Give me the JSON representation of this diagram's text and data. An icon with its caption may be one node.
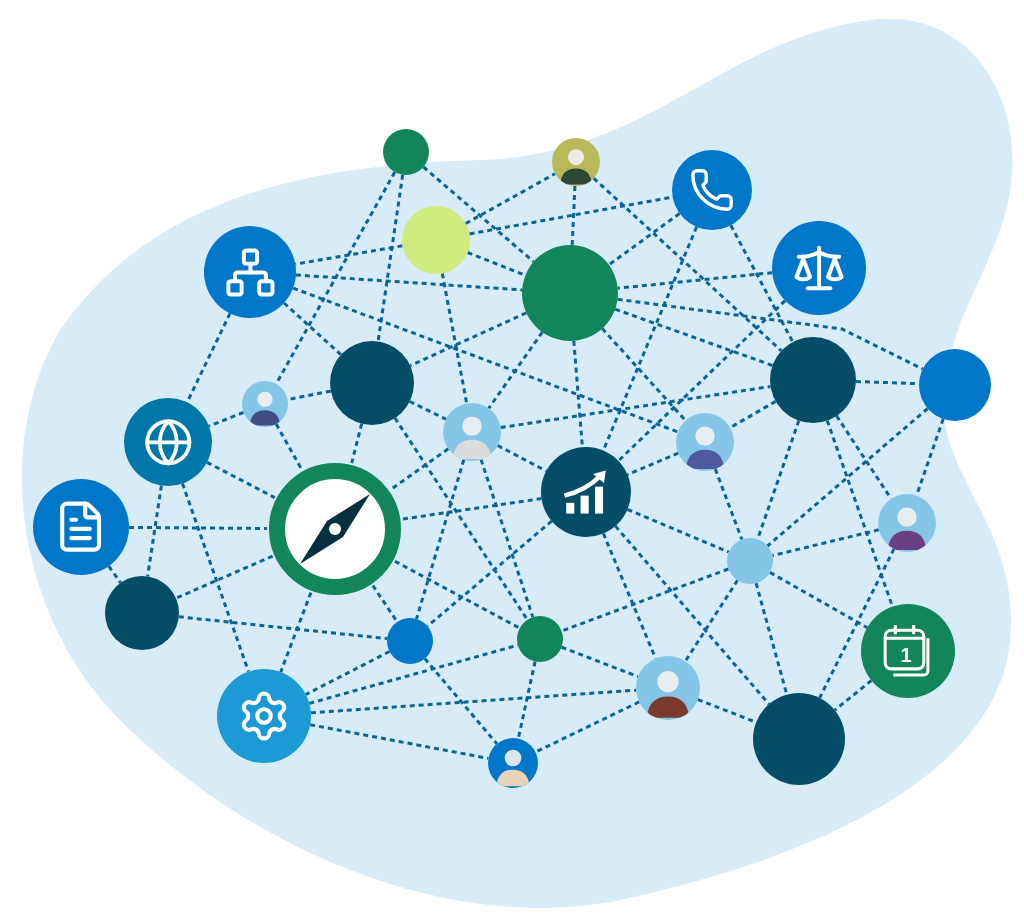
{
  "diagram": {
    "nodes": [
      {
        "text": [],
        "shape": "circle"
      },
      {
        "text": [],
        "shape": "person"
      },
      {
        "text": [],
        "shape": "picture"
      },
      {
        "text": [],
        "shape": "circle"
      },
      {
        "text": [],
        "shape": "picture"
      },
      {
        "text": [],
        "shape": "circle"
      },
      {
        "text": [],
        "shape": "picture"
      },
      {
        "text": [],
        "shape": "circle"
      },
      {
        "text": [],
        "shape": "circle"
      },
      {
        "text": [],
        "shape": "circle"
      },
      {
        "text": [],
        "shape": "person"
      },
      {
        "text": [],
        "shape": "picture"
      },
      {
        "text": [],
        "shape": "person"
      },
      {
        "text": [],
        "shape": "person"
      },
      {
        "text": [],
        "shape": "picture"
      },
      {
        "text": [],
        "shape": "picture"
      },
      {
        "text": [],
        "shape": "picture"
      },
      {
        "text": [],
        "shape": "person"
      },
      {
        "text": [],
        "shape": "circle"
      },
      {
        "text": [],
        "shape": "circle"
      },
      {
        "text": [],
        "shape": "circle"
      },
      {
        "text": [],
        "shape": "circle"
      },
      {
        "text": [
          "1"
        ]
      },
      {
        "text": [],
        "shape": "picture"
      },
      {
        "text": [],
        "shape": "person"
      },
      {
        "text": [],
        "shape": "circle"
      },
      {
        "text": [],
        "shape": "person"
      }
    ],
    "edges": [
      {
        "from": 0,
        "to": 10,
        "arrow": "none"
      },
      {
        "from": 0,
        "to": 7,
        "arrow": "none"
      },
      {
        "from": 0,
        "to": 5,
        "arrow": "none"
      },
      {
        "from": 3,
        "to": 4,
        "arrow": "none"
      },
      {
        "from": 3,
        "to": 1,
        "arrow": "none"
      },
      {
        "from": 3,
        "to": 2,
        "arrow": "none"
      },
      {
        "from": 3,
        "to": 5,
        "arrow": "none"
      },
      {
        "from": 3,
        "to": 12,
        "arrow": "none"
      },
      {
        "from": 4,
        "to": 5,
        "arrow": "none"
      },
      {
        "from": 4,
        "to": 13,
        "arrow": "none"
      },
      {
        "from": 4,
        "to": 7,
        "arrow": "none"
      },
      {
        "from": 4,
        "to": 11,
        "arrow": "none"
      },
      {
        "from": 1,
        "to": 5,
        "arrow": "none"
      },
      {
        "from": 1,
        "to": 8,
        "arrow": "none"
      },
      {
        "from": 2,
        "to": 5,
        "arrow": "none"
      },
      {
        "from": 2,
        "to": 14,
        "arrow": "none"
      },
      {
        "from": 2,
        "to": 8,
        "arrow": "none"
      },
      {
        "from": 6,
        "to": 5,
        "arrow": "none"
      },
      {
        "from": 6,
        "to": 14,
        "arrow": "none"
      },
      {
        "from": 5,
        "to": 8,
        "arrow": "none"
      },
      {
        "from": 5,
        "to": 13,
        "arrow": "none"
      },
      {
        "from": 5,
        "to": 14,
        "arrow": "none"
      },
      {
        "from": 5,
        "to": 12,
        "arrow": "none"
      },
      {
        "from": 5,
        "to": 7,
        "arrow": "none"
      },
      {
        "from": 5,
        "to": 9,
        "arrow": "none"
      },
      {
        "from": 12,
        "to": 8,
        "arrow": "none"
      },
      {
        "from": 8,
        "to": 9,
        "arrow": "none"
      },
      {
        "from": 8,
        "to": 13,
        "arrow": "none"
      },
      {
        "from": 8,
        "to": 18,
        "arrow": "none"
      },
      {
        "from": 8,
        "to": 17,
        "arrow": "none"
      },
      {
        "from": 8,
        "to": 22,
        "arrow": "none"
      },
      {
        "from": 9,
        "to": 18,
        "arrow": "none"
      },
      {
        "from": 9,
        "to": 17,
        "arrow": "none"
      },
      {
        "from": 17,
        "to": 25,
        "arrow": "none"
      },
      {
        "from": 17,
        "to": 18,
        "arrow": "none"
      },
      {
        "from": 12,
        "to": 14,
        "arrow": "none"
      },
      {
        "from": 13,
        "to": 14,
        "arrow": "none"
      },
      {
        "from": 14,
        "to": 18,
        "arrow": "none"
      },
      {
        "from": 14,
        "to": 24,
        "arrow": "none"
      },
      {
        "from": 14,
        "to": 25,
        "arrow": "none"
      },
      {
        "from": 14,
        "to": 20,
        "arrow": "none"
      },
      {
        "from": 14,
        "to": 16,
        "arrow": "none"
      },
      {
        "from": 13,
        "to": 18,
        "arrow": "none"
      },
      {
        "from": 18,
        "to": 21,
        "arrow": "none"
      },
      {
        "from": 18,
        "to": 24,
        "arrow": "none"
      },
      {
        "from": 18,
        "to": 25,
        "arrow": "none"
      },
      {
        "from": 18,
        "to": 22,
        "arrow": "none"
      },
      {
        "from": 22,
        "to": 25,
        "arrow": "none"
      },
      {
        "from": 12,
        "to": 21,
        "arrow": "none"
      },
      {
        "from": 16,
        "to": 21,
        "arrow": "none"
      },
      {
        "from": 23,
        "to": 21,
        "arrow": "none"
      },
      {
        "from": 21,
        "to": 26,
        "arrow": "none"
      },
      {
        "from": 21,
        "to": 24,
        "arrow": "none"
      },
      {
        "from": 23,
        "to": 24,
        "arrow": "none"
      },
      {
        "from": 24,
        "to": 26,
        "arrow": "none"
      },
      {
        "from": 24,
        "to": 25,
        "arrow": "none"
      },
      {
        "from": 23,
        "to": 26,
        "arrow": "none"
      },
      {
        "from": 20,
        "to": 26,
        "arrow": "none"
      },
      {
        "from": 20,
        "to": 23,
        "arrow": "none"
      },
      {
        "from": 19,
        "to": 20,
        "arrow": "none"
      },
      {
        "from": 16,
        "to": 20,
        "arrow": "none"
      },
      {
        "from": 12,
        "to": 20,
        "arrow": "none"
      },
      {
        "from": 16,
        "to": 23,
        "arrow": "none"
      },
      {
        "from": 11,
        "to": 23,
        "arrow": "none"
      },
      {
        "from": 15,
        "to": 19,
        "arrow": "none"
      },
      {
        "from": 11,
        "to": 19,
        "arrow": "none"
      },
      {
        "from": 16,
        "to": 19,
        "arrow": "none"
      },
      {
        "from": 15,
        "to": 16,
        "arrow": "none"
      },
      {
        "from": 11,
        "to": 16,
        "arrow": "none"
      },
      {
        "from": 10,
        "to": 11,
        "arrow": "none"
      },
      {
        "from": 7,
        "to": 10,
        "arrow": "none"
      },
      {
        "from": 10,
        "to": 16,
        "arrow": "none"
      },
      {
        "from": 7,
        "to": 12,
        "arrow": "none"
      },
      {
        "from": 7,
        "to": 16,
        "arrow": "none"
      },
      {
        "from": 7,
        "to": 21,
        "arrow": "none"
      },
      {
        "from": 12,
        "to": 16,
        "arrow": "none"
      }
    ]
  }
}
